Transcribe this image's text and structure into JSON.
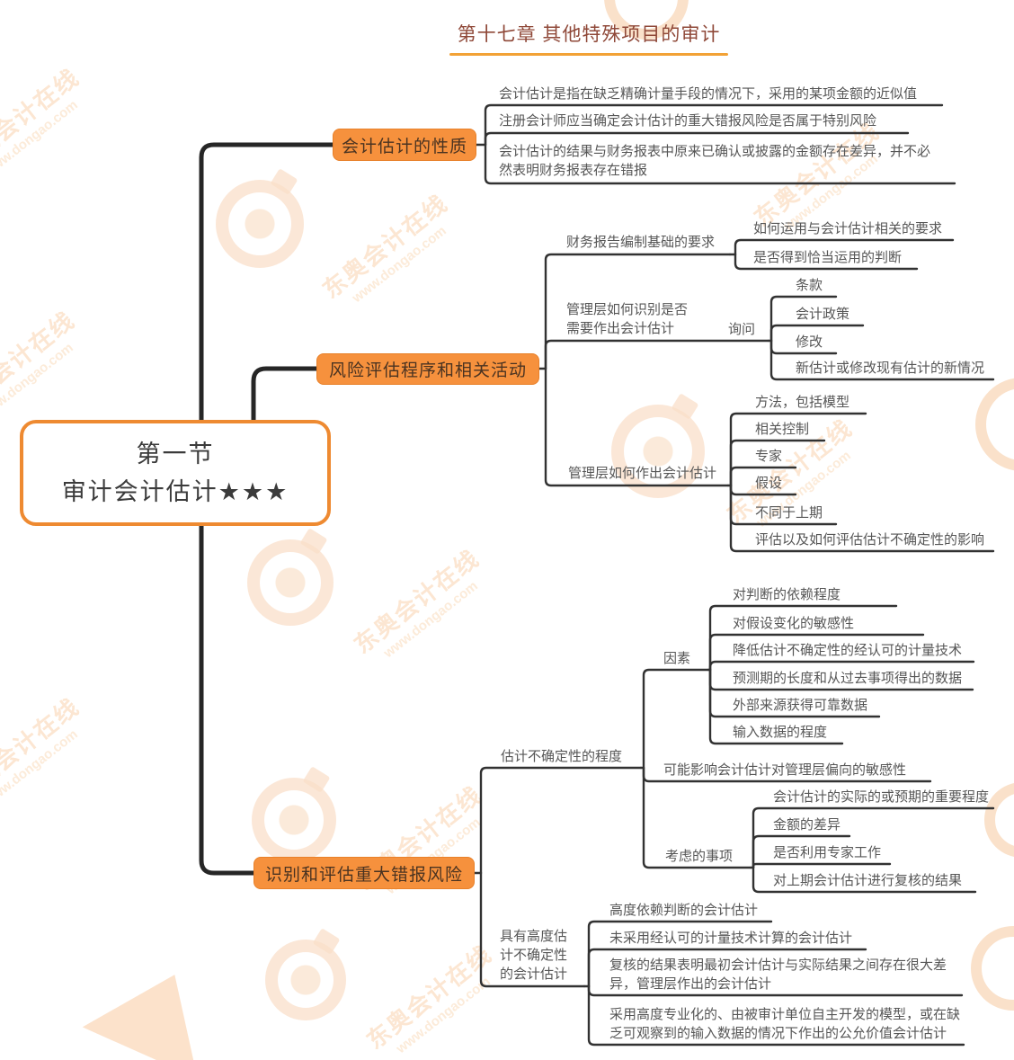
{
  "header": {
    "title": "第十七章 其他特殊项目的审计"
  },
  "watermark": {
    "brand": "东奥会计在线",
    "url": "www.dongao.com"
  },
  "colors": {
    "accent_orange": "#f6913d",
    "root_border": "#ee8a31",
    "title_red": "#8f4838",
    "trunk_line": "#262626",
    "branch_line": "#323232",
    "leaf_text": "#565656",
    "header_underline": "#f2a236"
  },
  "root": {
    "line1": "第一节",
    "line2": "审计会计估计★★★"
  },
  "branches": [
    {
      "label": "会计估计的性质",
      "children": [
        {
          "label": "会计估计是指在缺乏精确计量手段的情况下，采用的某项金额的近似值"
        },
        {
          "label": "注册会计师应当确定会计估计的重大错报风险是否属于特别风险"
        },
        {
          "label": "会计估计的结果与财务报表中原来已确认或披露的金额存在差异，并不必然表明财务报表存在错报"
        }
      ]
    },
    {
      "label": "风险评估程序和相关活动",
      "children": [
        {
          "label": "财务报告编制基础的要求",
          "children": [
            {
              "label": "如何运用与会计估计相关的要求"
            },
            {
              "label": "是否得到恰当运用的判断"
            }
          ]
        },
        {
          "label": "管理层如何识别是否需要作出会计估计",
          "children": [
            {
              "label": "询问",
              "children": [
                {
                  "label": "条款"
                },
                {
                  "label": "会计政策"
                },
                {
                  "label": "修改"
                },
                {
                  "label": "新估计或修改现有估计的新情况"
                }
              ]
            }
          ]
        },
        {
          "label": "管理层如何作出会计估计",
          "children": [
            {
              "label": "方法，包括模型"
            },
            {
              "label": "相关控制"
            },
            {
              "label": "专家"
            },
            {
              "label": "假设"
            },
            {
              "label": "不同于上期"
            },
            {
              "label": "评估以及如何评估估计不确定性的影响"
            }
          ]
        }
      ]
    },
    {
      "label": "识别和评估重大错报风险",
      "children": [
        {
          "label": "估计不确定性的程度",
          "children": [
            {
              "label": "因素",
              "children": [
                {
                  "label": "对判断的依赖程度"
                },
                {
                  "label": "对假设变化的敏感性"
                },
                {
                  "label": "降低估计不确定性的经认可的计量技术"
                },
                {
                  "label": "预测期的长度和从过去事项得出的数据"
                },
                {
                  "label": "外部来源获得可靠数据"
                },
                {
                  "label": "输入数据的程度"
                }
              ]
            },
            {
              "label": "可能影响会计估计对管理层偏向的敏感性"
            },
            {
              "label": "考虑的事项",
              "children": [
                {
                  "label": "会计估计的实际的或预期的重要程度"
                },
                {
                  "label": "金额的差异"
                },
                {
                  "label": "是否利用专家工作"
                },
                {
                  "label": "对上期会计估计进行复核的结果"
                }
              ]
            }
          ]
        },
        {
          "label": "具有高度估计不确定性的会计估计",
          "children": [
            {
              "label": "高度依赖判断的会计估计"
            },
            {
              "label": "未采用经认可的计量技术计算的会计估计"
            },
            {
              "label": "复核的结果表明最初会计估计与实际结果之间存在很大差异，管理层作出的会计估计"
            },
            {
              "label": "采用高度专业化的、由被审计单位自主开发的模型，或在缺乏可观察到的输入数据的情况下作出的公允价值会计估计"
            }
          ]
        }
      ]
    }
  ]
}
